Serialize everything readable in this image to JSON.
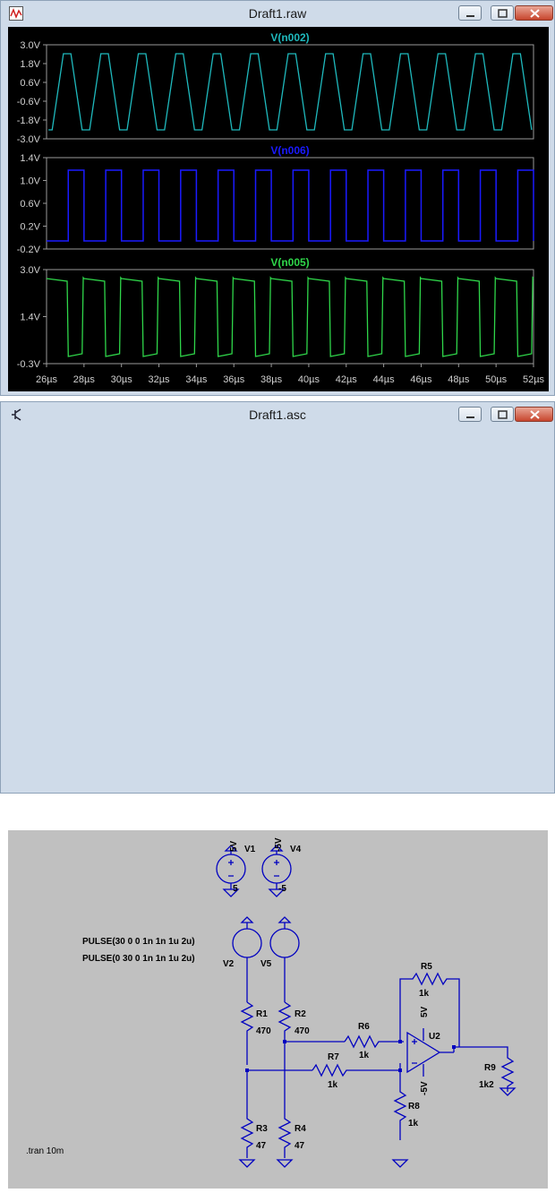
{
  "top_window": {
    "title": "Draft1.raw",
    "icon": "waveform-icon",
    "panes": [
      {
        "trace": "V(n002)",
        "color": "#1fb9bd",
        "y_ticks": [
          "3.0V",
          "1.8V",
          "0.6V",
          "-0.6V",
          "-1.8V",
          "-3.0V"
        ]
      },
      {
        "trace": "V(n006)",
        "color": "#1a1aff",
        "y_ticks": [
          "1.4V",
          "1.0V",
          "0.6V",
          "0.2V",
          "-0.2V"
        ]
      },
      {
        "trace": "V(n005)",
        "color": "#2fd64a",
        "y_ticks": [
          "3.0V",
          "1.4V",
          "-0.3V"
        ]
      }
    ],
    "x_ticks": [
      "26µs",
      "28µs",
      "30µs",
      "32µs",
      "34µs",
      "36µs",
      "38µs",
      "40µs",
      "42µs",
      "44µs",
      "46µs",
      "48µs",
      "50µs",
      "52µs"
    ]
  },
  "bottom_window": {
    "title": "Draft1.asc",
    "icon": "transistor-icon",
    "labels": {
      "v1_value": "5V",
      "v1_name": "V1",
      "v1_node": "5",
      "v4_value": "-5V",
      "v4_name": "V4",
      "v4_node": "-5",
      "pulse1": "PULSE(30 0 0 1n 1n 1u 2u)",
      "pulse2": "PULSE(0 30 0 1n 1n 1u 2u)",
      "v2_name": "V2",
      "v5_name": "V5",
      "r1_name": "R1",
      "r1_value": "470",
      "r2_name": "R2",
      "r2_value": "470",
      "r3_name": "R3",
      "r3_value": "47",
      "r4_name": "R4",
      "r4_value": "47",
      "r5_name": "R5",
      "r5_value": "1k",
      "r6_name": "R6",
      "r6_value": "1k",
      "r7_name": "R7",
      "r7_value": "1k",
      "r8_name": "R8",
      "r8_value": "1k",
      "r9_name": "R9",
      "r9_value": "1k2",
      "u2_name": "U2",
      "u2_pos": "5V",
      "u2_neg": "-5V",
      "tran": ".tran 10m"
    }
  }
}
